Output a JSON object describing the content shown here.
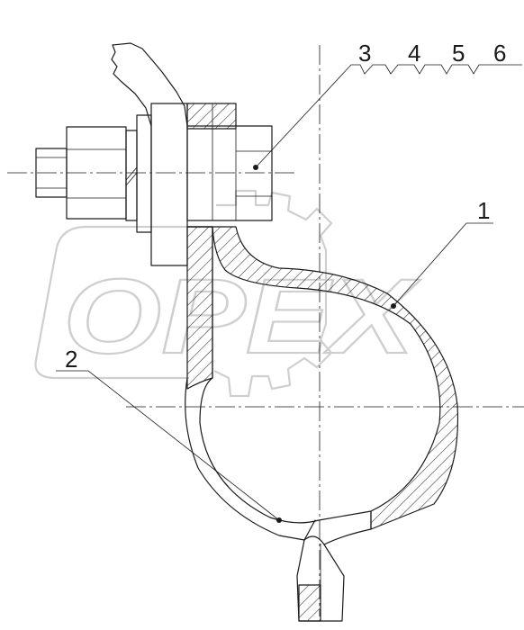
{
  "watermark": {
    "text": "OPEX"
  },
  "corner_mark": "",
  "callouts": [
    {
      "id": "3",
      "label": "3"
    },
    {
      "id": "4",
      "label": "4"
    },
    {
      "id": "5",
      "label": "5"
    },
    {
      "id": "6",
      "label": "6"
    },
    {
      "id": "1",
      "label": "1"
    },
    {
      "id": "2",
      "label": "2"
    }
  ],
  "colors": {
    "line": "#1a1a1a",
    "watermark": "#cfcfcf",
    "background": "#ffffff"
  },
  "icons": {
    "watermark_gear": "gear-shape"
  }
}
